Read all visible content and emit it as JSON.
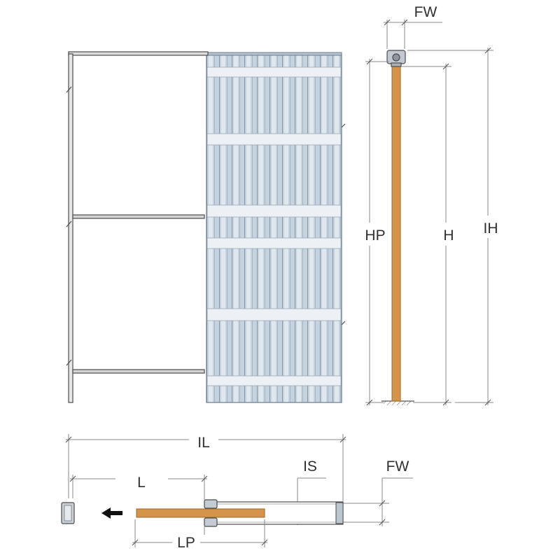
{
  "section": {
    "fw_label": "FW",
    "hp_label": "HP",
    "h_label": "H",
    "ih_label": "IH"
  },
  "plan": {
    "il_label": "IL",
    "l_label": "L",
    "is_label": "IS",
    "fw_label": "FW",
    "lp_label": "LP",
    "direction_icon": "arrow-left-icon"
  },
  "colors": {
    "background": "#ffffff",
    "frame": "#4d4d4d",
    "cassette": "#c6d2de",
    "cassette_band": "#edf1f5",
    "door_slab": "#d4954a",
    "dimension_line": "#8a8a8a",
    "label_text": "#2f2f2f"
  }
}
